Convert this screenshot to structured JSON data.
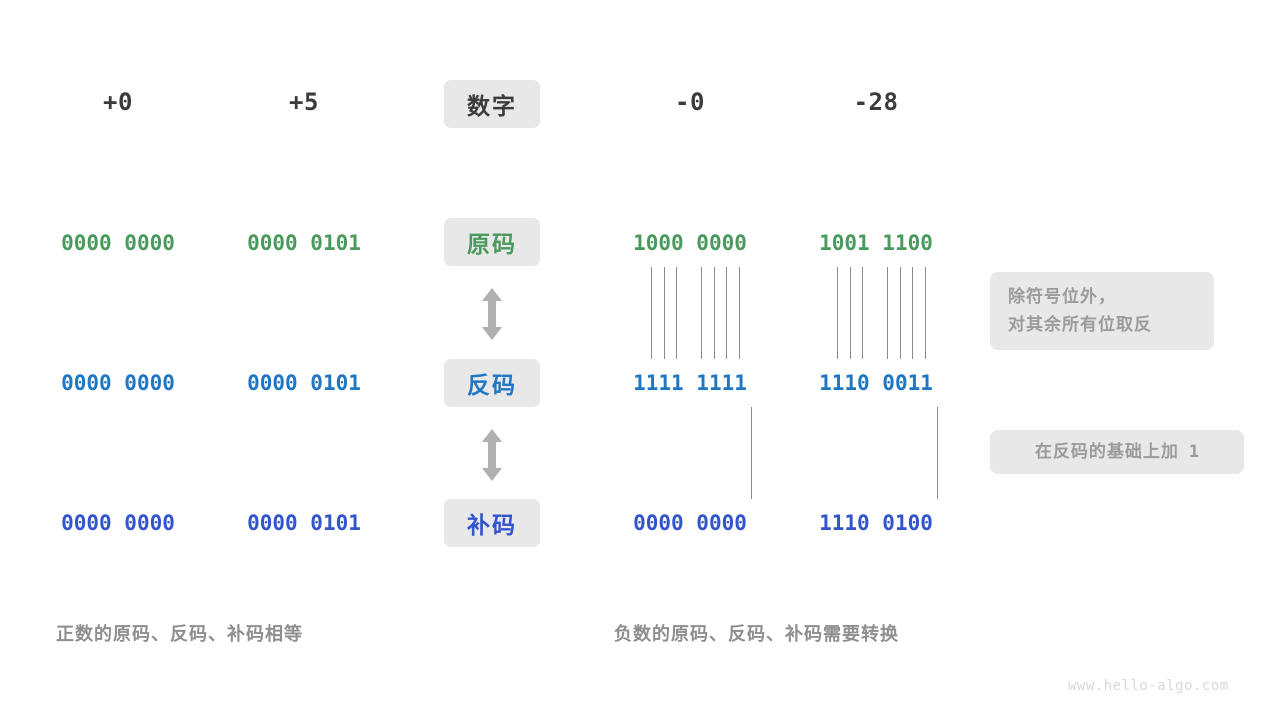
{
  "watermark": "www.hello-algo.com",
  "colors": {
    "sign_magnitude": "#4a9a5e",
    "ones_complement": "#1f77c4",
    "twos_complement": "#3355cc",
    "header_text": "#3b3b3b",
    "chip_bg": "#e8e8e8",
    "annotation_text": "#9b9b9b",
    "caption_text": "#8e8e8e",
    "line": "#8a8a8a"
  },
  "row_labels": {
    "header": "数字",
    "sign_magnitude": "原码",
    "ones_complement": "反码",
    "twos_complement": "补码"
  },
  "columns": [
    {
      "header": "+0",
      "sign_magnitude": "0000 0000",
      "ones_complement": "0000 0000",
      "twos_complement": "0000 0000"
    },
    {
      "header": "+5",
      "sign_magnitude": "0000 0101",
      "ones_complement": "0000 0101",
      "twos_complement": "0000 0101"
    },
    {
      "header": "-0",
      "sign_magnitude": "1000 0000",
      "ones_complement": "1111 1111",
      "twos_complement": "0000 0000"
    },
    {
      "header": "-28",
      "sign_magnitude": "1001 1100",
      "ones_complement": "1110 0011",
      "twos_complement": "1110 0100"
    }
  ],
  "annotations": [
    {
      "line1": "除符号位外，",
      "line2": "对其余所有位取反"
    },
    {
      "line1": "在反码的基础上加",
      "suffix": "1"
    }
  ],
  "captions": {
    "positive": "正数的原码、反码、补码相等",
    "negative": "负数的原码、反码、补码需要转换"
  },
  "arrows": {
    "sign_to_ones": "double-headed-vertical-arrow",
    "ones_to_twos": "double-headed-vertical-arrow"
  }
}
